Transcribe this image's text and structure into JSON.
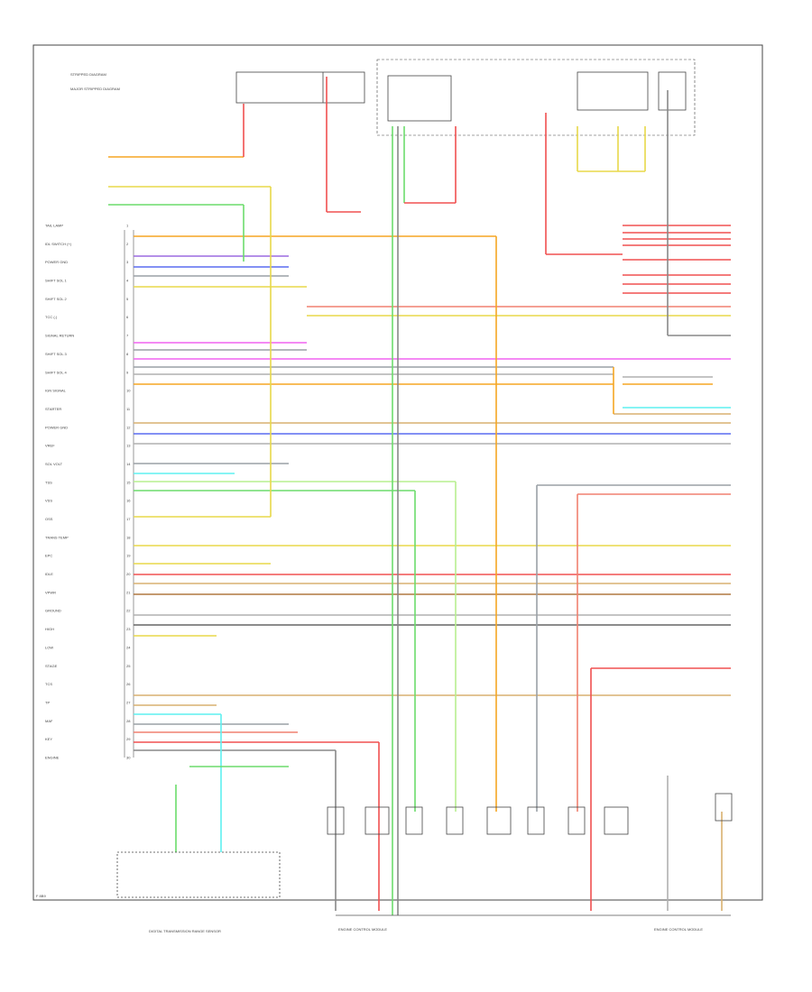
{
  "diagram": {
    "left_labels": [
      "TAIL LAMP",
      "IDL SWITCH (+)",
      "POWER GND",
      "SHIFT SOL 1",
      "SHIFT SOL 2",
      "TCC (-)",
      "SIGNAL RETURN",
      "SHIFT SOL 3",
      "SHIFT SOL 4",
      "IGN SIGNAL",
      "STARTER",
      "POWER GND",
      "VREF",
      "SOL VOLT",
      "TSS",
      "VSS",
      "OSS",
      "TRANS TEMP",
      "EPC",
      "IDLE",
      "VPWR",
      "GROUND",
      "HIGH",
      "LOW",
      "STAGE",
      "TCS",
      "TP",
      "MAF",
      "KEY",
      "ENGINE"
    ],
    "legend": [
      "STRIPPED DIAGRAM",
      "MAJOR STRIPPED DIAGRAM"
    ],
    "footer_left": "DIGITAL TRANSMISSION RANGE SENSOR",
    "footer_mid": "ENGINE CONTROL MODULE",
    "footer_right": "ENGINE CONTROL MODULE",
    "corner_text": "F 8B9"
  },
  "colors": {
    "orange": "#f5a623",
    "yellow": "#e8d94a",
    "green": "#6cdc6c",
    "lightgreen": "#b7ef8f",
    "pink": "#f064f0",
    "magenta": "#e91e8c",
    "red": "#f05050",
    "salmon": "#f08070",
    "blue": "#5a6cf0",
    "cyan": "#5ef0f0",
    "gray": "#9aa0a6",
    "tan": "#d8b070",
    "purple": "#9b6ce0",
    "brown": "#b07840",
    "dark": "#333333"
  }
}
